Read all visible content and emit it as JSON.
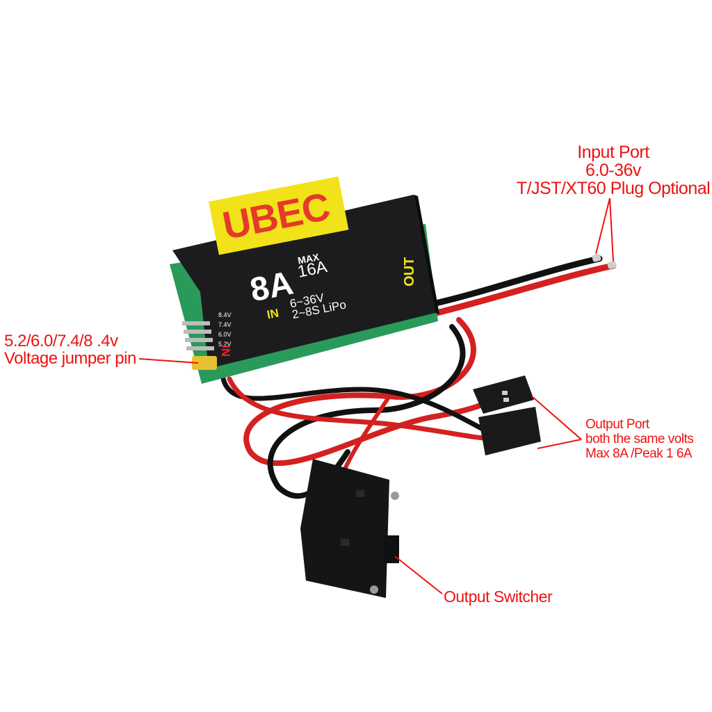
{
  "product": {
    "name": "UBEC",
    "current_rating": "8A",
    "max_label": "MAX",
    "max_current": "16A",
    "input_range": "6~36V",
    "lipo_range": "2~8S LiPo",
    "in_label": "IN",
    "out_label": "OUT",
    "jumper_voltages": [
      "8.4V",
      "7.4V",
      "6.0V",
      "5.2V"
    ],
    "jumper_side_label": "IN",
    "colors": {
      "body": "#1c1c1e",
      "plate": "#f2e21a",
      "ubec_text": "#e5392a",
      "pcb": "#2a9a5a",
      "wire_red": "#d42020",
      "wire_black": "#111111",
      "callout": "#ee1111"
    }
  },
  "callouts": {
    "input_port": {
      "lines": [
        "Input Port",
        "6.0-36v",
        "T/JST/XT60 Plug Optional"
      ]
    },
    "voltage_jumper": {
      "lines": [
        "5.2/6.0/7.4/8 .4v",
        "Voltage jumper pin"
      ]
    },
    "output_port": {
      "lines": [
        "Output Port",
        "both the same volts",
        "Max 8A /Peak 1 6A"
      ]
    },
    "output_switch": {
      "lines": [
        "Output Switcher"
      ]
    }
  }
}
